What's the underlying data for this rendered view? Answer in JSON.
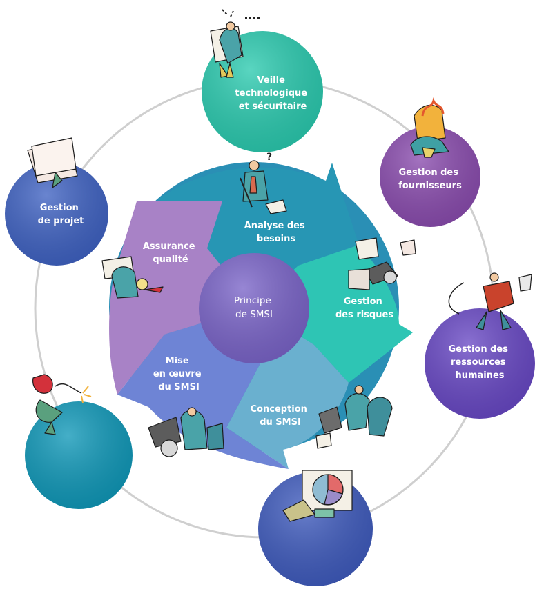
{
  "center": {
    "label": [
      "Principe",
      "de SMSI"
    ],
    "color": "#7a64c8"
  },
  "cycle_steps": [
    {
      "id": "analyse",
      "label": [
        "Analyse des",
        "besoins"
      ],
      "color": "#2796b4"
    },
    {
      "id": "risques",
      "label": [
        "Gestion",
        "des risques"
      ],
      "color": "#2ec5b4"
    },
    {
      "id": "conception",
      "label": [
        "Conception",
        "du SMSI"
      ],
      "color": "#6ab0cf"
    },
    {
      "id": "mise",
      "label": [
        "Mise",
        "en œuvre",
        "du SMSI"
      ],
      "color": "#6e84d5"
    },
    {
      "id": "assurance",
      "label": [
        "Assurance",
        "qualité"
      ],
      "color": "#a882c6"
    }
  ],
  "outer_nodes": [
    {
      "id": "veille",
      "label": [
        "Veille",
        "technologique",
        "et sécuritaire"
      ],
      "color": "#2bcaaf"
    },
    {
      "id": "fournisseurs",
      "label": [
        "Gestion des",
        "fournisseurs"
      ],
      "color": "#8a4cae"
    },
    {
      "id": "rh",
      "label": [
        "Gestion des",
        "ressources",
        "humaines"
      ],
      "color": "#6848c4"
    },
    {
      "id": "bottom",
      "label": [],
      "color": "#3f5bbd"
    },
    {
      "id": "bottom_left",
      "label": [],
      "color": "#1098b8"
    },
    {
      "id": "projet",
      "label": [
        "Gestion",
        "de projet"
      ],
      "color": "#3f62c2"
    }
  ],
  "ring_color": "#cfcfcf",
  "clipart": [
    "businessman-binoculars",
    "businessman-fire",
    "businessman-rope",
    "presentation-chart",
    "businessman-dynamite",
    "businessman-papers",
    "businessman-question",
    "cannon-papers",
    "businessmen-celebrating",
    "businessman-cannon",
    "businessman-magnifier"
  ]
}
